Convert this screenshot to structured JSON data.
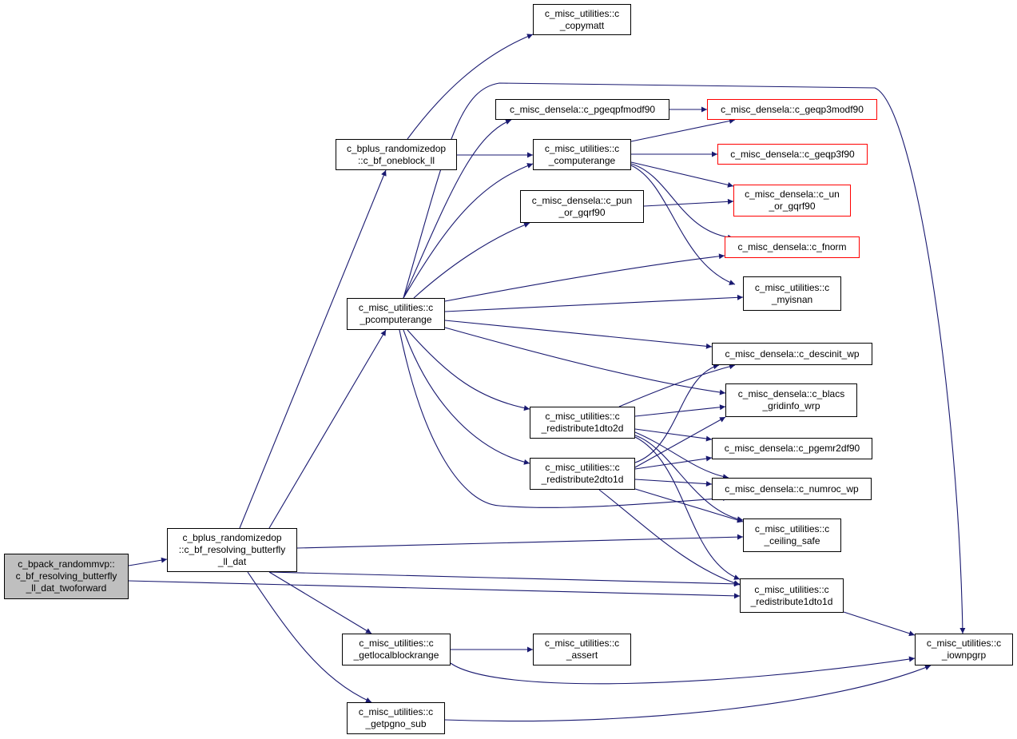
{
  "graph": {
    "edge_color": "#191970",
    "red_border_color": "#ff0000",
    "root_fill": "#bfbfbf",
    "nodes": {
      "root": {
        "lines": [
          "c_bpack_randommvp::",
          "c_bf_resolving_butterfly",
          "_ll_dat_twoforward"
        ]
      },
      "resolving": {
        "lines": [
          "c_bplus_randomizedop",
          "::c_bf_resolving_butterfly",
          "_ll_dat"
        ]
      },
      "oneblock": {
        "lines": [
          "c_bplus_randomizedop",
          "::c_bf_oneblock_ll"
        ]
      },
      "copymatt": {
        "lines": [
          "c_misc_utilities::c",
          "_copymatt"
        ]
      },
      "pgeqpf": {
        "lines": [
          "c_misc_densela::c_pgeqpfmodf90"
        ]
      },
      "computerange": {
        "lines": [
          "c_misc_utilities::c",
          "_computerange"
        ]
      },
      "pun": {
        "lines": [
          "c_misc_densela::c_pun",
          "_or_gqrf90"
        ]
      },
      "pcomputerange": {
        "lines": [
          "c_misc_utilities::c",
          "_pcomputerange"
        ]
      },
      "r1d2d": {
        "lines": [
          "c_misc_utilities::c",
          "_redistribute1dto2d"
        ]
      },
      "r2d1d": {
        "lines": [
          "c_misc_utilities::c",
          "_redistribute2dto1d"
        ]
      },
      "getlocal": {
        "lines": [
          "c_misc_utilities::c",
          "_getlocalblockrange"
        ]
      },
      "getpgno": {
        "lines": [
          "c_misc_utilities::c",
          "_getpgno_sub"
        ]
      },
      "assert": {
        "lines": [
          "c_misc_utilities::c",
          "_assert"
        ]
      },
      "geqp3modf": {
        "lines": [
          "c_misc_densela::c_geqp3modf90"
        ]
      },
      "geqp3f": {
        "lines": [
          "c_misc_densela::c_geqp3f90"
        ]
      },
      "unor": {
        "lines": [
          "c_misc_densela::c_un",
          "_or_gqrf90"
        ]
      },
      "fnorm": {
        "lines": [
          "c_misc_densela::c_fnorm"
        ]
      },
      "myisnan": {
        "lines": [
          "c_misc_utilities::c",
          "_myisnan"
        ]
      },
      "descinit": {
        "lines": [
          "c_misc_densela::c_descinit_wp"
        ]
      },
      "blacs": {
        "lines": [
          "c_misc_densela::c_blacs",
          "_gridinfo_wrp"
        ]
      },
      "pgemr2d": {
        "lines": [
          "c_misc_densela::c_pgemr2df90"
        ]
      },
      "numroc": {
        "lines": [
          "c_misc_densela::c_numroc_wp"
        ]
      },
      "ceiling": {
        "lines": [
          "c_misc_utilities::c",
          "_ceiling_safe"
        ]
      },
      "r1d1d": {
        "lines": [
          "c_misc_utilities::c",
          "_redistribute1dto1d"
        ]
      },
      "iownpgrp": {
        "lines": [
          "c_misc_utilities::c",
          "_iownpgrp"
        ]
      }
    }
  }
}
